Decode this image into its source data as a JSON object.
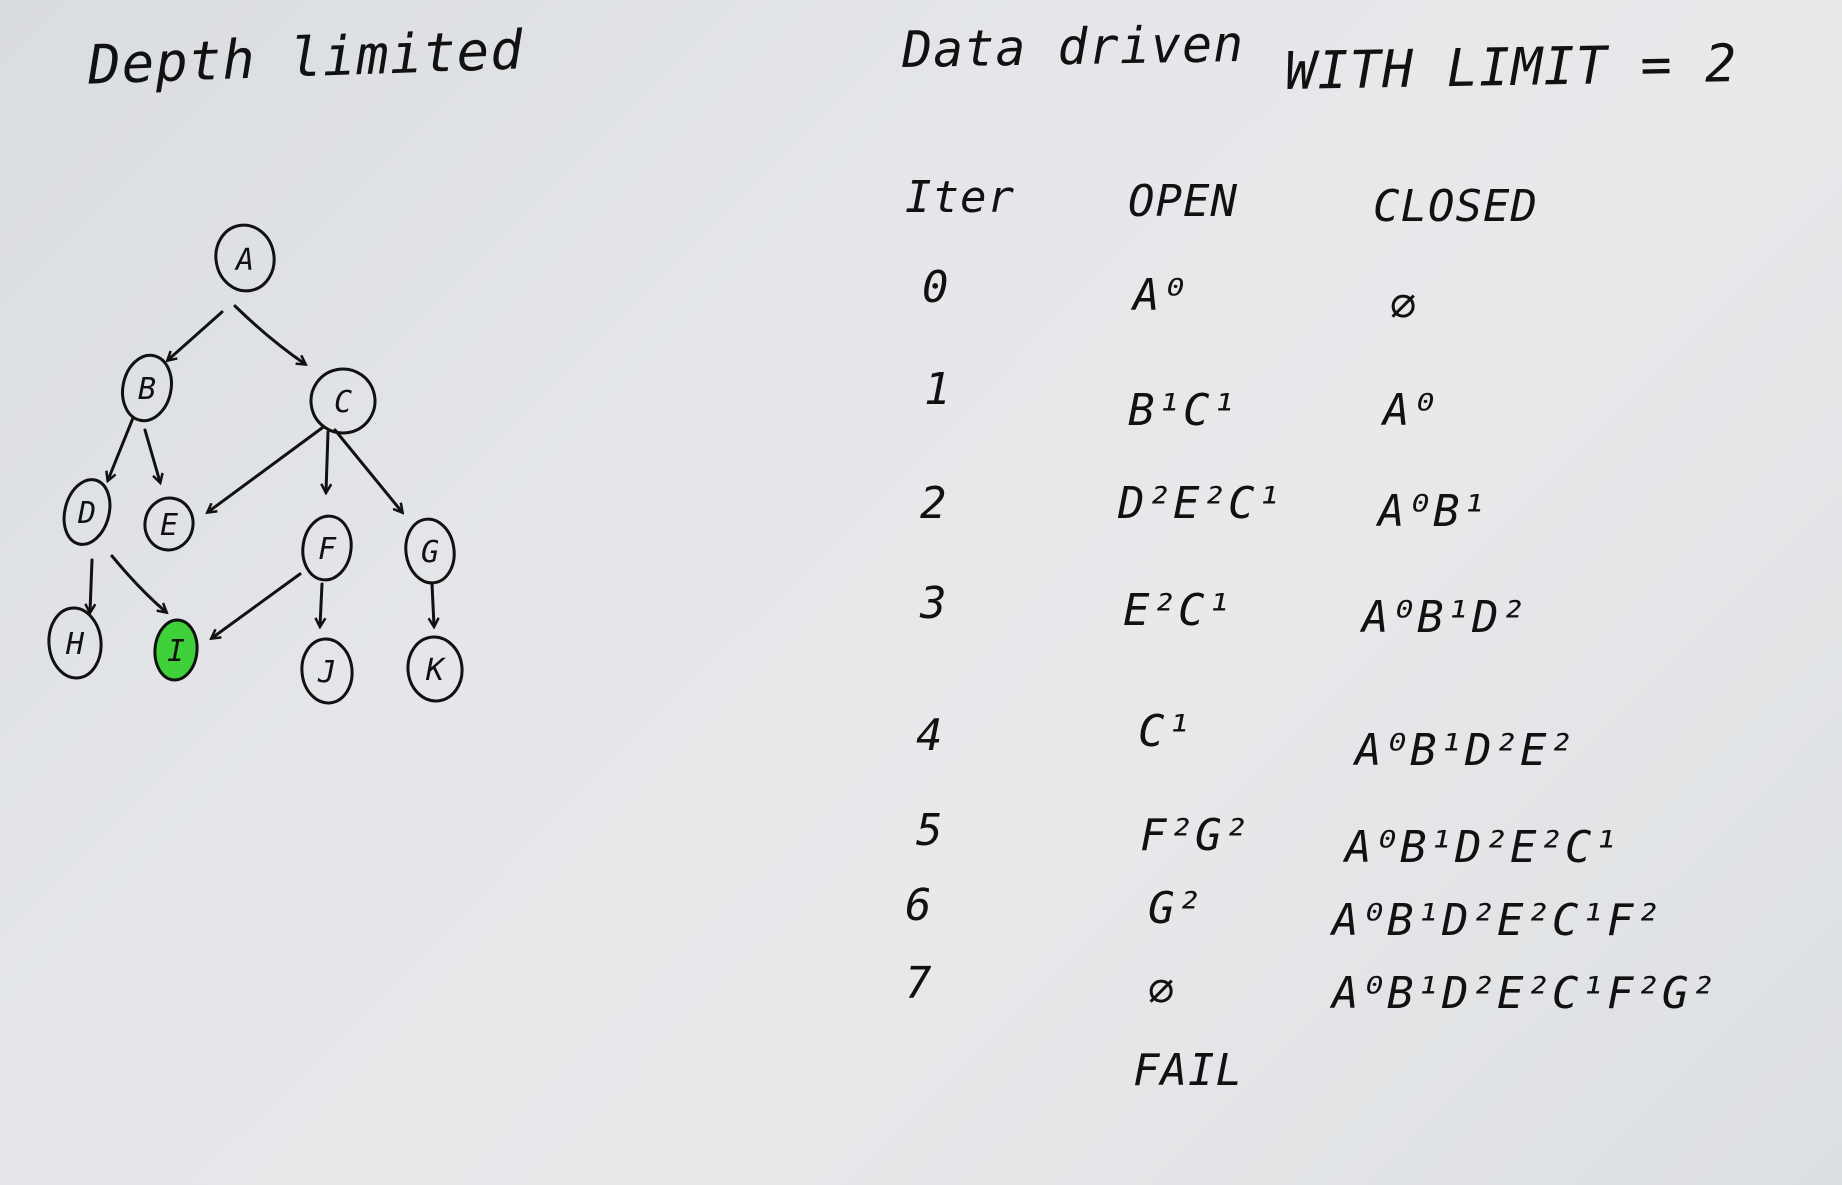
{
  "titles": {
    "left": "Depth limited",
    "middle": "Data driven",
    "right": "WITH LIMIT = 2"
  },
  "tree": {
    "nodes": [
      "A",
      "B",
      "C",
      "D",
      "E",
      "F",
      "G",
      "H",
      "I",
      "J",
      "K"
    ],
    "goal_node": "I",
    "goal_color": "#3fd13a",
    "ink_color": "#111111"
  },
  "table": {
    "headers": {
      "iter": "Iter",
      "open": "OPEN",
      "closed": "CLOSED"
    },
    "rows": [
      {
        "iter": "0",
        "open": "A⁰",
        "closed": "∅"
      },
      {
        "iter": "1",
        "open": "B¹C¹",
        "closed": "A⁰"
      },
      {
        "iter": "2",
        "open": "D²E²C¹",
        "closed": "A⁰B¹"
      },
      {
        "iter": "3",
        "open": "E²C¹",
        "closed": "A⁰B¹D²"
      },
      {
        "iter": "4",
        "open": "C¹",
        "closed": "A⁰B¹D²E²"
      },
      {
        "iter": "5",
        "open": "F²G²",
        "closed": "A⁰B¹D²E²C¹"
      },
      {
        "iter": "6",
        "open": "G²",
        "closed": "A⁰B¹D²E²C¹F²"
      },
      {
        "iter": "7",
        "open": "∅",
        "closed": "A⁰B¹D²E²C¹F²G²"
      }
    ],
    "result": "FAIL"
  }
}
